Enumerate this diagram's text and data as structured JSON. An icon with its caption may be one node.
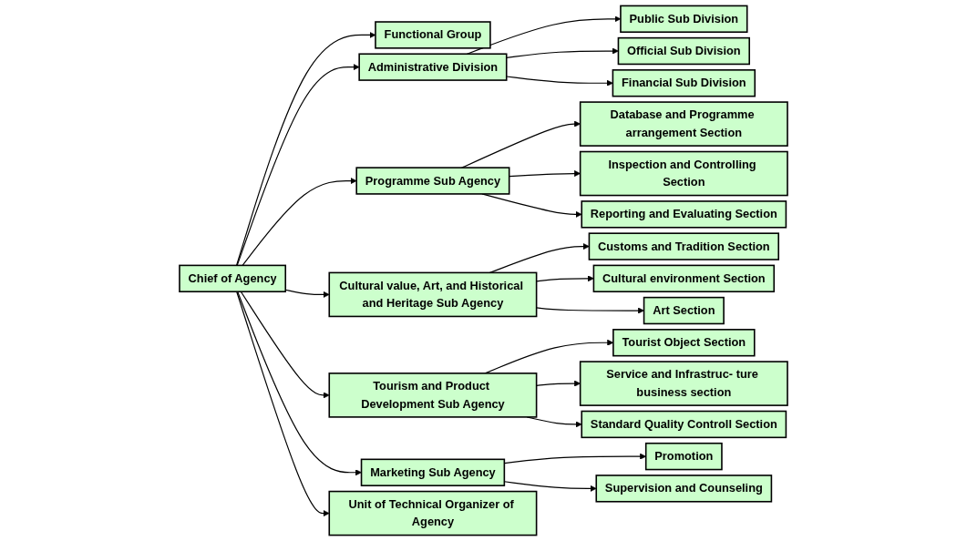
{
  "diagram": {
    "nodes": [
      {
        "text": [
          "Chief of Agency"
        ]
      },
      {
        "text": [
          "Functional Group"
        ]
      },
      {
        "text": [
          "Administrative Division"
        ]
      },
      {
        "text": [
          "Public Sub Division"
        ]
      },
      {
        "text": [
          "Official Sub Division"
        ]
      },
      {
        "text": [
          "Financial Sub Division"
        ]
      },
      {
        "text": [
          "Programme Sub Agency"
        ]
      },
      {
        "text": [
          "Cultural value, Art, and Historical and Heritage Sub Agency"
        ]
      },
      {
        "text": [
          "Tourism and Product Development Sub Agency"
        ]
      },
      {
        "text": [
          "Marketing Sub Agency"
        ]
      },
      {
        "text": [
          "Database and Programme arrangement Section"
        ]
      },
      {
        "text": [
          "Inspection and Controlling Section"
        ]
      },
      {
        "text": [
          "Reporting and Evaluating Section"
        ]
      },
      {
        "text": [
          "Customs and Tradition Section"
        ]
      },
      {
        "text": [
          "Cultural environment Section"
        ]
      },
      {
        "text": [
          "Art Section"
        ]
      },
      {
        "text": [
          "Tourist Object Section"
        ]
      },
      {
        "text": [
          "Service and Infrastruc- ture business section"
        ]
      },
      {
        "text": [
          "Standard Quality Controll Section"
        ]
      },
      {
        "text": [
          "Promotion"
        ]
      },
      {
        "text": [
          "Supervision and Counseling"
        ]
      },
      {
        "text": [
          "Unit of Technical Organizer of Agency"
        ]
      }
    ],
    "edges": [
      {
        "from": 0,
        "to": 1,
        "arrow": "to"
      },
      {
        "from": 0,
        "to": 2,
        "arrow": "to"
      },
      {
        "from": 2,
        "to": 3,
        "arrow": "to"
      },
      {
        "from": 2,
        "to": 4,
        "arrow": "to"
      },
      {
        "from": 2,
        "to": 5,
        "arrow": "to"
      },
      {
        "from": 0,
        "to": 6,
        "arrow": "to"
      },
      {
        "from": 0,
        "to": 7,
        "arrow": "to"
      },
      {
        "from": 0,
        "to": 8,
        "arrow": "to"
      },
      {
        "from": 0,
        "to": 9,
        "arrow": "to"
      },
      {
        "from": 6,
        "to": 10,
        "arrow": "to"
      },
      {
        "from": 6,
        "to": 11,
        "arrow": "to"
      },
      {
        "from": 6,
        "to": 12,
        "arrow": "to"
      },
      {
        "from": 7,
        "to": 13,
        "arrow": "to"
      },
      {
        "from": 7,
        "to": 14,
        "arrow": "to"
      },
      {
        "from": 7,
        "to": 15,
        "arrow": "to"
      },
      {
        "from": 8,
        "to": 16,
        "arrow": "to"
      },
      {
        "from": 8,
        "to": 17,
        "arrow": "to"
      },
      {
        "from": 8,
        "to": 18,
        "arrow": "to"
      },
      {
        "from": 9,
        "to": 19,
        "arrow": "to"
      },
      {
        "from": 9,
        "to": 20,
        "arrow": "to"
      },
      {
        "from": 0,
        "to": 21,
        "arrow": "to"
      }
    ]
  }
}
